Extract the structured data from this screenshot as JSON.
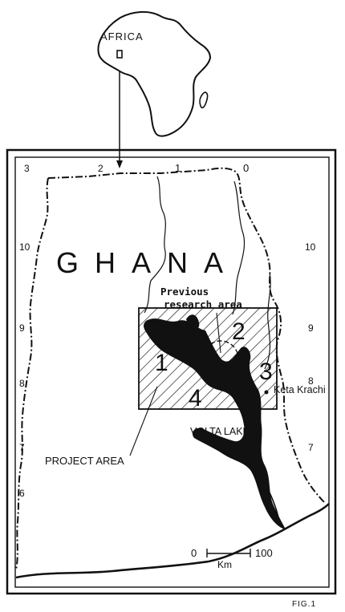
{
  "inset": {
    "label": "AFRICA"
  },
  "country": {
    "label": "GHANA"
  },
  "labels": {
    "previous_line1": "Previous",
    "previous_line2": "research area",
    "project_area": "PROJECT AREA",
    "volta_lake": "VOLTA LAKE",
    "town": "Keta Krachi",
    "figure": "FIG.1"
  },
  "zones": [
    "1",
    "2",
    "3",
    "4"
  ],
  "longitude_ticks": [
    "3",
    "2",
    "1",
    "0"
  ],
  "latitude_ticks_left": [
    "10",
    "9",
    "8",
    "7",
    "6"
  ],
  "latitude_ticks_right": [
    "10",
    "9",
    "8",
    "7"
  ],
  "scale_bar": {
    "start": "0",
    "end": "100",
    "unit": "Km"
  }
}
